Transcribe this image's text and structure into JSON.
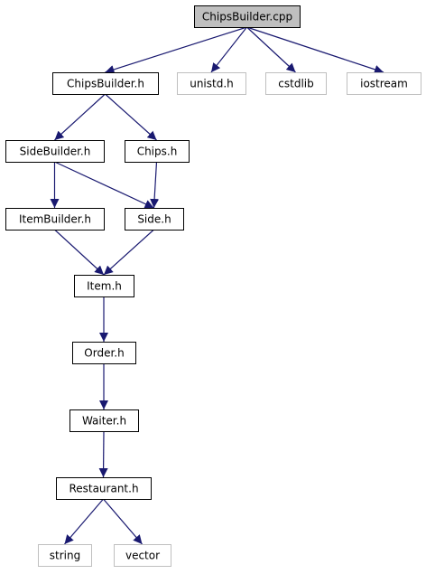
{
  "diagram": {
    "colors": {
      "edge": "#191970",
      "root_fill": "#bfbfbf",
      "node_border": "#000000",
      "external_border": "#bfbfbf",
      "node_fill": "#ffffff",
      "text": "#000000"
    },
    "nodes": [
      {
        "id": "chipsbuilder-cpp",
        "label": "ChipsBuilder.cpp",
        "kind": "root"
      },
      {
        "id": "chipsbuilder-h",
        "label": "ChipsBuilder.h",
        "kind": "internal"
      },
      {
        "id": "unistd-h",
        "label": "unistd.h",
        "kind": "external"
      },
      {
        "id": "cstdlib",
        "label": "cstdlib",
        "kind": "external"
      },
      {
        "id": "iostream",
        "label": "iostream",
        "kind": "external"
      },
      {
        "id": "sidebuilder-h",
        "label": "SideBuilder.h",
        "kind": "internal"
      },
      {
        "id": "chips-h",
        "label": "Chips.h",
        "kind": "internal"
      },
      {
        "id": "itembuilder-h",
        "label": "ItemBuilder.h",
        "kind": "internal"
      },
      {
        "id": "side-h",
        "label": "Side.h",
        "kind": "internal"
      },
      {
        "id": "item-h",
        "label": "Item.h",
        "kind": "internal"
      },
      {
        "id": "order-h",
        "label": "Order.h",
        "kind": "internal"
      },
      {
        "id": "waiter-h",
        "label": "Waiter.h",
        "kind": "internal"
      },
      {
        "id": "restaurant-h",
        "label": "Restaurant.h",
        "kind": "internal"
      },
      {
        "id": "string",
        "label": "string",
        "kind": "external"
      },
      {
        "id": "vector",
        "label": "vector",
        "kind": "external"
      }
    ],
    "edges": [
      {
        "from": "chipsbuilder-cpp",
        "to": "chipsbuilder-h"
      },
      {
        "from": "chipsbuilder-cpp",
        "to": "unistd-h"
      },
      {
        "from": "chipsbuilder-cpp",
        "to": "cstdlib"
      },
      {
        "from": "chipsbuilder-cpp",
        "to": "iostream"
      },
      {
        "from": "chipsbuilder-h",
        "to": "sidebuilder-h"
      },
      {
        "from": "chipsbuilder-h",
        "to": "chips-h"
      },
      {
        "from": "sidebuilder-h",
        "to": "itembuilder-h"
      },
      {
        "from": "sidebuilder-h",
        "to": "side-h"
      },
      {
        "from": "chips-h",
        "to": "side-h"
      },
      {
        "from": "itembuilder-h",
        "to": "item-h"
      },
      {
        "from": "side-h",
        "to": "item-h"
      },
      {
        "from": "item-h",
        "to": "order-h"
      },
      {
        "from": "order-h",
        "to": "waiter-h"
      },
      {
        "from": "waiter-h",
        "to": "restaurant-h"
      },
      {
        "from": "restaurant-h",
        "to": "string"
      },
      {
        "from": "restaurant-h",
        "to": "vector"
      }
    ]
  }
}
